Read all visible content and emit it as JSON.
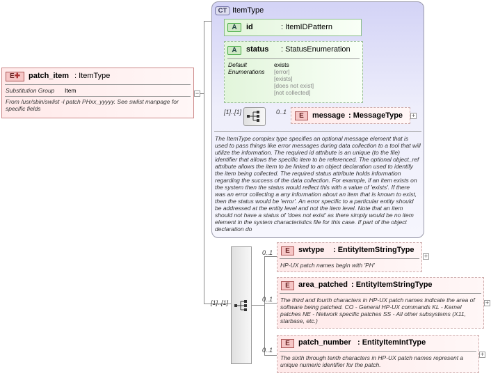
{
  "root": {
    "tag": "E",
    "name": "patch_item",
    "type": ": ItemType",
    "substitution_label": "Substitution Group",
    "substitution_value": "Item",
    "description": "From /usr/sbin/swlist -l patch PHxx_yyyyy. See swlist manpage for specific fields"
  },
  "complex_type": {
    "tag": "CT",
    "name": "ItemType",
    "description": "The ItemType complex type specifies an optional message element that is used to pass things like error messages during data collection to a tool that will utilize the information. The required id attribute is an unique (to the file) identifier that allows the specific item to be referenced. The optional object_ref attribute allows the item to be linked to an object declaration used to identify the item being collected. The required status attribute holds information regarding the success of the data collection. For example, if an item exists on the system then the status would reflect this with a value of 'exists'. If there was an error collecting a any information about an item that is known to exist, then the status would be 'error'. An error specific to a particular entity should be addressed at the entity level and not the item level. Note that an item should not have a status of 'does not exist' as there simply would be no item element in the system characteristics file for this case. If part of the object declaration do",
    "attr_id": {
      "tag": "A",
      "name": "id",
      "type": ": ItemIDPattern"
    },
    "attr_status": {
      "tag": "A",
      "name": "status",
      "type": ": StatusEnumeration",
      "default_label": "Default",
      "enumerations_label": "Enumerations",
      "default_value": "exists",
      "enumerations": [
        "[error]",
        "[exists]",
        "[does not exist]",
        "[not collected]"
      ]
    },
    "sequence_card": "[1]..[1]",
    "message": {
      "tag": "E",
      "card": "0..1",
      "name": "message",
      "type": ": MessageType"
    }
  },
  "sequence_card": "[1]..[1]",
  "children": [
    {
      "tag": "E",
      "card": "0..1",
      "name": "swtype",
      "type": ": EntityItemStringType",
      "description": "HP-UX patch names begin with 'PH'"
    },
    {
      "tag": "E",
      "card": "0..1",
      "name": "area_patched",
      "type": ": EntityItemStringType",
      "description": "The third and fourth characters in HP-UX patch names indicate the area of software being patched. CO - General HP-UX commands KL - Kernel patches NE - Network specific patches SS - All other subsystems (X11, starbase, etc.)"
    },
    {
      "tag": "E",
      "card": "0..1",
      "name": "patch_number",
      "type": ": EntityItemIntType",
      "description": "The sixth through tenth characters in HP-UX patch names represent a unique numeric identifier for the patch."
    }
  ],
  "colors": {
    "element_fill": "#ffe9e9",
    "complex_fill": "#dcdcf8",
    "attribute_fill": "#e6f7df"
  }
}
